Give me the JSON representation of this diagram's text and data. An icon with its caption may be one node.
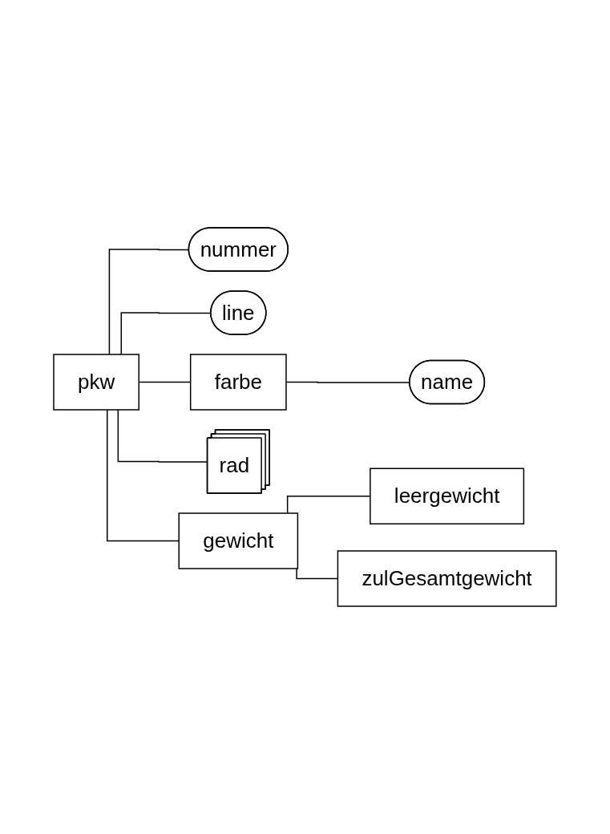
{
  "diagram": {
    "nodes": [
      {
        "text": [
          "pkw"
        ]
      },
      {
        "text": [
          "nummer"
        ]
      },
      {
        "text": [
          "line"
        ]
      },
      {
        "text": [
          "farbe"
        ]
      },
      {
        "text": [
          "name"
        ]
      },
      {
        "text": [
          "rad"
        ]
      },
      {
        "text": [
          "gewicht"
        ]
      },
      {
        "text": [
          "leergewicht"
        ]
      },
      {
        "text": [
          "zulGesamtgewicht"
        ]
      }
    ],
    "edges": [
      {
        "from": 0,
        "to": 1,
        "arrow": "none"
      },
      {
        "from": 0,
        "to": 2,
        "arrow": "none"
      },
      {
        "from": 0,
        "to": 3,
        "arrow": "none"
      },
      {
        "from": 3,
        "to": 4,
        "arrow": "none"
      },
      {
        "from": 0,
        "to": 5,
        "arrow": "none"
      },
      {
        "from": 0,
        "to": 6,
        "arrow": "none"
      },
      {
        "from": 6,
        "to": 7,
        "arrow": "none"
      },
      {
        "from": 6,
        "to": 8,
        "arrow": "none"
      }
    ]
  }
}
